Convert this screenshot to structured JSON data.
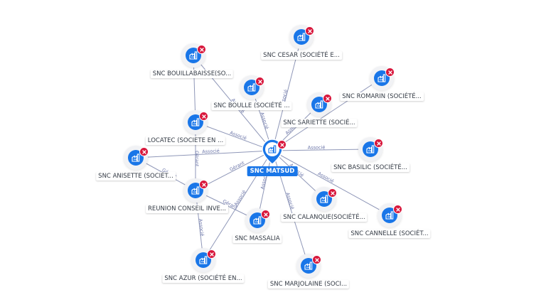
{
  "diagram": {
    "center": {
      "id": "matsud",
      "label": "SNC MATSUD",
      "icon": "building-icon",
      "badge_icon": "close-icon",
      "color": "#1976e8",
      "badge_color": "#d8173c"
    },
    "nodes": [
      {
        "id": "cesar",
        "label": "SNC CESAR (SOCIÉTÉ E..."
      },
      {
        "id": "bouillabaisse",
        "label": "SNC BOUILLABAISSE(SO..."
      },
      {
        "id": "romarin",
        "label": "SNC ROMARIN (SOCIÉTÉ..."
      },
      {
        "id": "boulle",
        "label": "SNC BOULLE (SOCIÉTÉ ..."
      },
      {
        "id": "sariette",
        "label": "SNC SARIETTE (SOCIÉ..."
      },
      {
        "id": "locatec",
        "label": "LOCATEC (SOCIETE EN ..."
      },
      {
        "id": "basilic",
        "label": "SNC BASILIC (SOCIÉTÉ..."
      },
      {
        "id": "anisette",
        "label": "SNC ANISETTE (SOCIÉT..."
      },
      {
        "id": "reunion",
        "label": "REUNION CONSEIL INVE..."
      },
      {
        "id": "calanque",
        "label": "SNC CALANQUE(SOCIÉTÉ..."
      },
      {
        "id": "cannelle",
        "label": "SNC CANNELLE (SOCIÉT..."
      },
      {
        "id": "massalia",
        "label": "SNC MASSALIA"
      },
      {
        "id": "azur",
        "label": "SNC AZUR (SOCIÉTÉ EN..."
      },
      {
        "id": "marjolaine",
        "label": "SNC MARJOLAINE (SOCI..."
      }
    ],
    "edges": [
      {
        "from": "cesar",
        "to": "matsud",
        "label": "Associé"
      },
      {
        "from": "bouillabaisse",
        "to": "matsud",
        "label": "Associé"
      },
      {
        "from": "romarin",
        "to": "matsud",
        "label": ""
      },
      {
        "from": "boulle",
        "to": "matsud",
        "label": "Associé"
      },
      {
        "from": "sariette",
        "to": "matsud",
        "label": "Associé"
      },
      {
        "from": "locatec",
        "to": "matsud",
        "label": "Associé"
      },
      {
        "from": "basilic",
        "to": "matsud",
        "label": "Associé"
      },
      {
        "from": "anisette",
        "to": "matsud",
        "label": "Associé"
      },
      {
        "from": "reunion",
        "to": "matsud",
        "label": "Gérant"
      },
      {
        "from": "calanque",
        "to": "matsud",
        "label": "Associé"
      },
      {
        "from": "cannelle",
        "to": "matsud",
        "label": "Associé"
      },
      {
        "from": "massalia",
        "to": "matsud",
        "label": "Associé"
      },
      {
        "from": "azur",
        "to": "matsud",
        "label": "Associé"
      },
      {
        "from": "marjolaine",
        "to": "matsud",
        "label": "Associé"
      },
      {
        "from": "locatec",
        "to": "reunion",
        "label": "Gérant"
      },
      {
        "from": "reunion",
        "to": "azur",
        "label": "Associé"
      },
      {
        "from": "reunion",
        "to": "massalia",
        "label": "Gérant"
      },
      {
        "from": "bouillabaisse",
        "to": "locatec",
        "label": ""
      },
      {
        "from": "anisette",
        "to": "reunion",
        "label": "Gérant"
      }
    ]
  }
}
